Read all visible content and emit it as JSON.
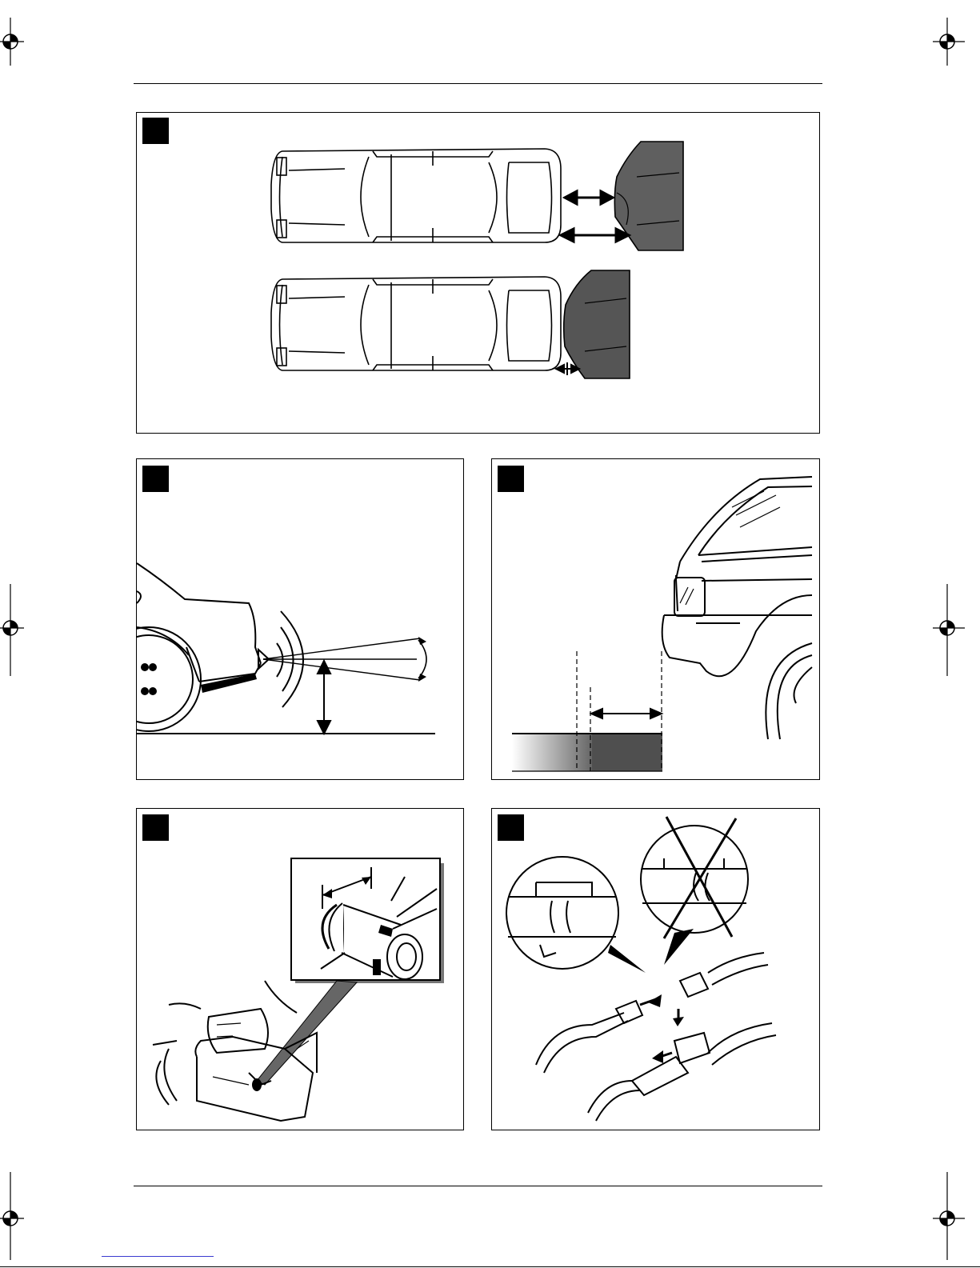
{
  "page": {
    "figures": [
      {
        "id": "figure-1",
        "badge": ""
      },
      {
        "id": "figure-2",
        "badge": ""
      },
      {
        "id": "figure-3",
        "badge": ""
      },
      {
        "id": "figure-4",
        "badge": ""
      },
      {
        "id": "figure-5",
        "badge": ""
      }
    ]
  },
  "colors": {
    "ink": "#000000",
    "obstacle": "#5f5f5f",
    "obstacle_dark": "#555555",
    "paper": "#ffffff"
  },
  "icons": {
    "registration_mark": "crosshair-registration-mark-icon",
    "badge": "figure-number-badge-icon"
  }
}
